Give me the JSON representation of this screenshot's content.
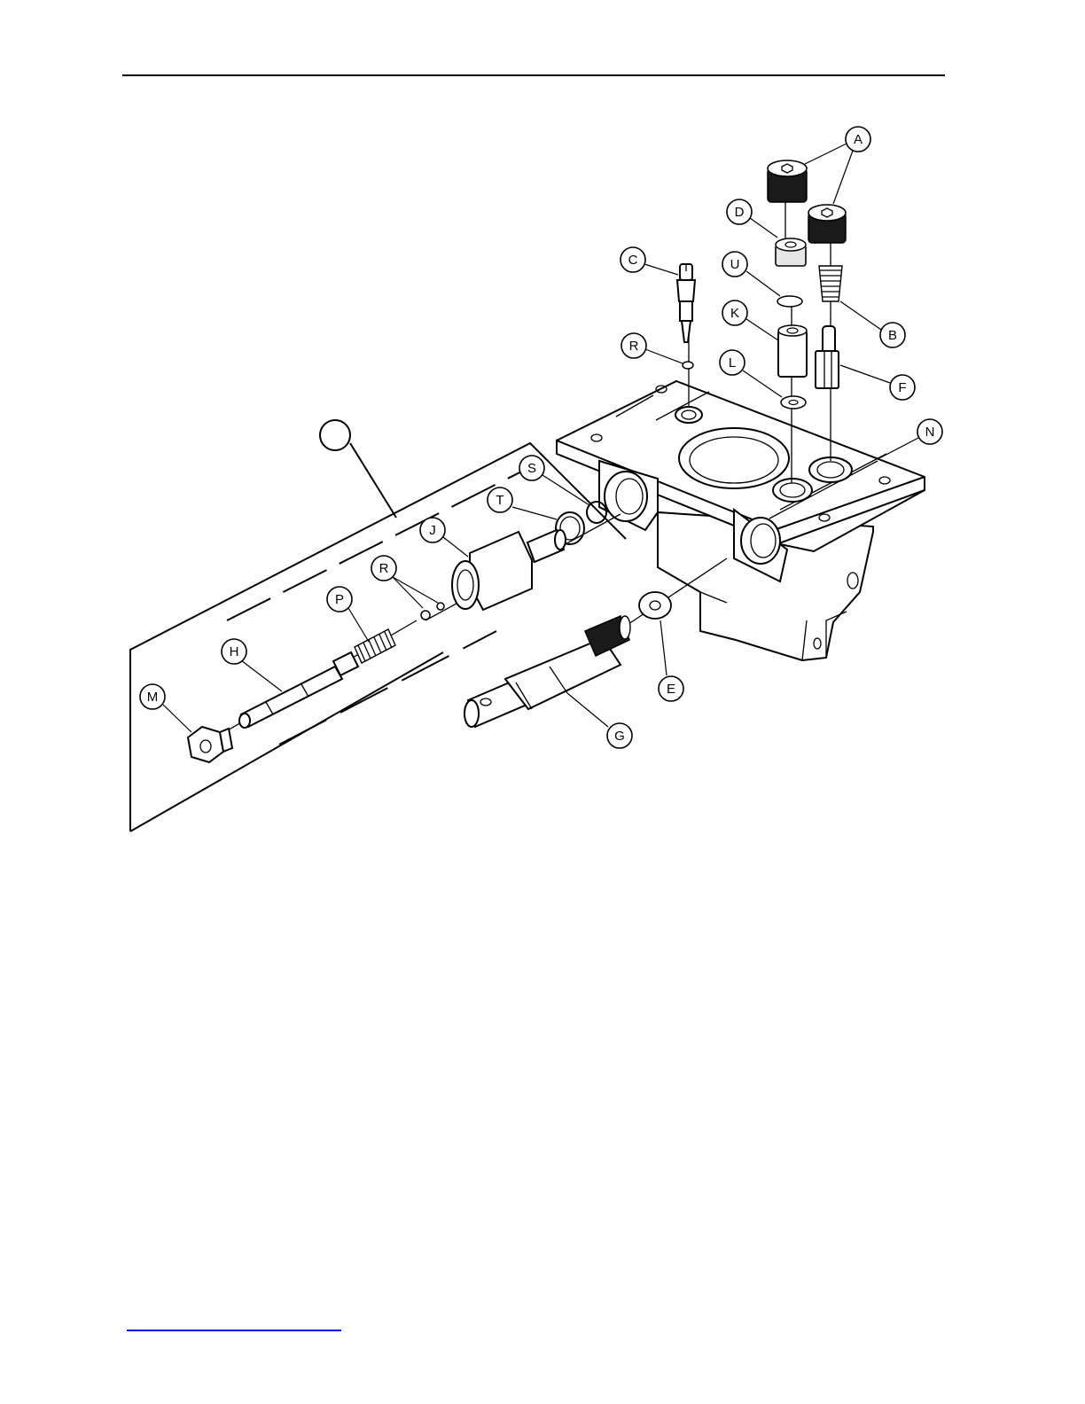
{
  "callouts": {
    "A": "A",
    "B": "B",
    "C": "C",
    "D": "D",
    "E": "E",
    "F": "F",
    "G": "G",
    "H": "H",
    "J": "J",
    "K": "K",
    "L": "L",
    "M": "M",
    "N": "N",
    "P": "P",
    "R1": "R",
    "R2": "R",
    "S": "S",
    "T": "T",
    "U": "U"
  }
}
